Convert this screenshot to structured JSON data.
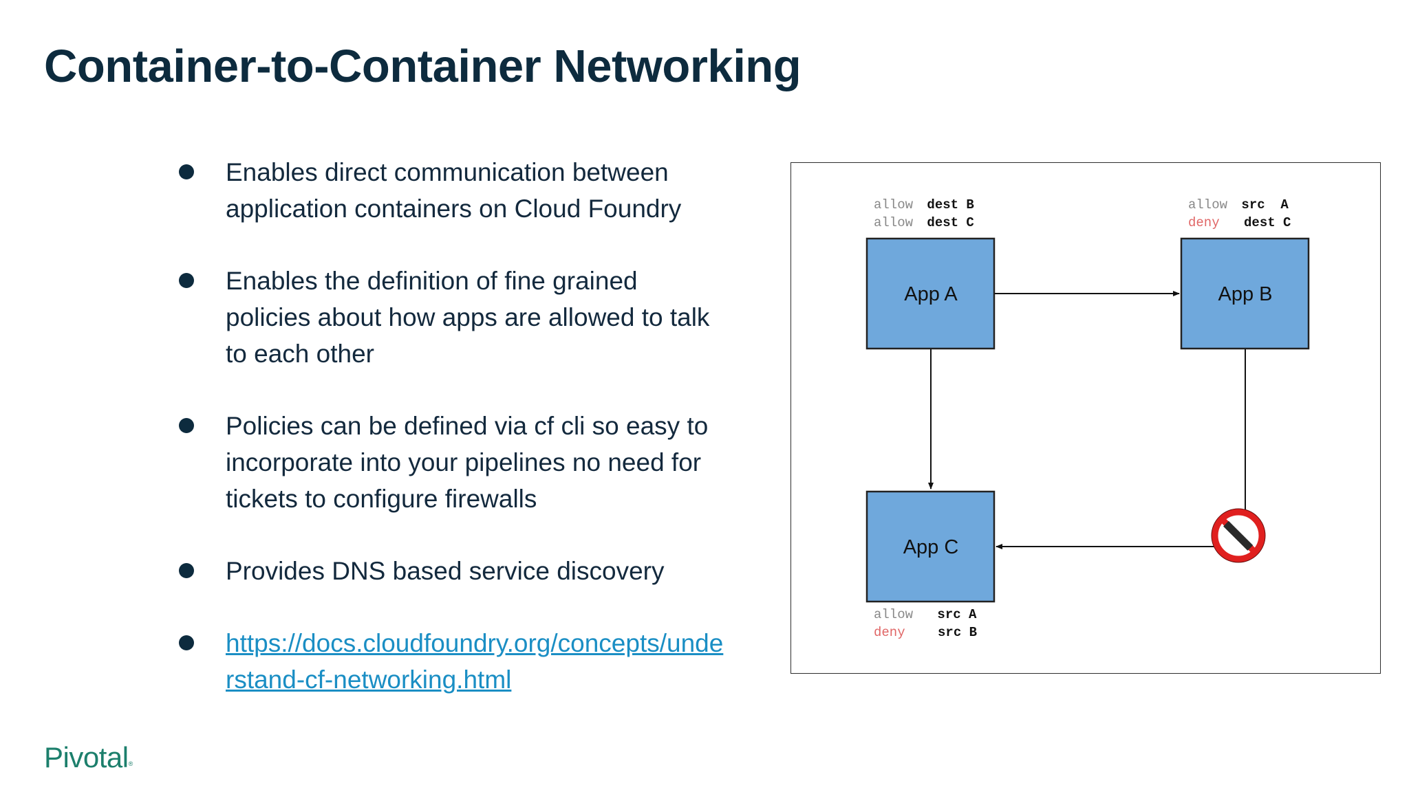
{
  "slide": {
    "title": "Container-to-Container Networking"
  },
  "bullets": [
    "Enables direct communication between application containers on Cloud Foundry",
    "Enables the definition of fine grained policies about how apps are allowed to talk to each other",
    "Policies can be defined via cf cli so easy to incorporate into your pipelines no need for tickets to configure firewalls",
    "Provides DNS based service discovery"
  ],
  "link": {
    "text": "https://docs.cloudfoundry.org/concepts/understand-cf-networking.html"
  },
  "diagram": {
    "apps": {
      "a": "App A",
      "b": "App B",
      "c": "App C"
    },
    "policy_a": {
      "line1": {
        "word": "allow",
        "target": "dest B"
      },
      "line2": {
        "word": "allow",
        "target": "dest C"
      }
    },
    "policy_b": {
      "line1": {
        "word": "allow",
        "target": "src  A"
      },
      "line2": {
        "word": "deny",
        "target": "dest C"
      }
    },
    "policy_c": {
      "line1": {
        "word": "allow",
        "target": "src A"
      },
      "line2": {
        "word": "deny",
        "target": "src B"
      }
    },
    "colors": {
      "box_fill": "#6fa8dc",
      "allow_text": "#888888",
      "deny_text": "#e06666",
      "blocked_icon": "#e0201f"
    },
    "blocked_icon": "no-entry-icon"
  },
  "footer": {
    "logo": "Pivotal"
  }
}
